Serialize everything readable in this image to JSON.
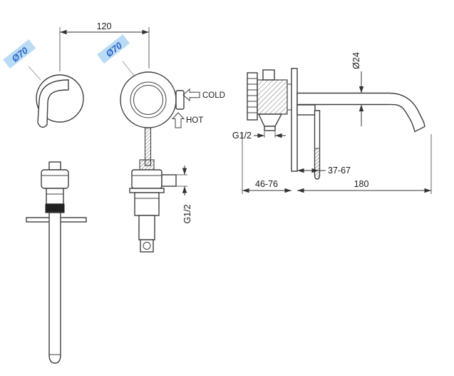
{
  "diagram": {
    "labels": {
      "center_distance": "120",
      "escutcheon_dia_left": "Ø70",
      "escutcheon_dia_right": "Ø70",
      "cold": "COLD",
      "hot": "HOT",
      "thread_plan": "G1/2",
      "thread_side": "G1/2",
      "spout_dia": "Ø24",
      "handle_projection": "37-67",
      "body_depth": "46-76",
      "spout_projection": "180"
    },
    "colors": {
      "line": "#3f3f3f",
      "dimension": "#333333",
      "accent_text": "#2a66c8",
      "accent_highlight": "#badbf5",
      "background": "#ffffff"
    }
  }
}
